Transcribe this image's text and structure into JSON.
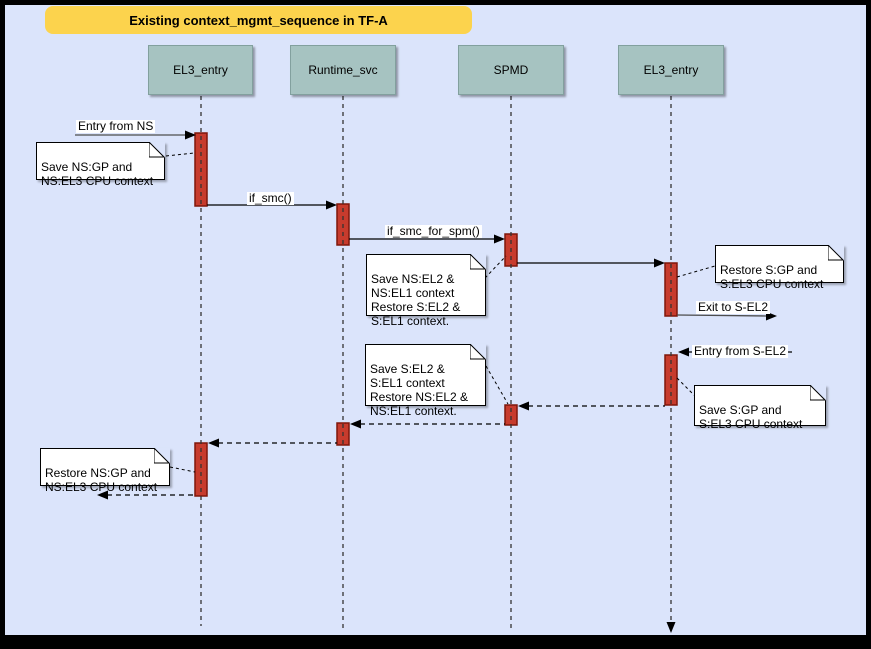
{
  "title": {
    "label": "Existing context_mgmt_sequence in TF-A"
  },
  "lifelines": [
    {
      "label": "EL3_entry"
    },
    {
      "label": "Runtime_svc"
    },
    {
      "label": "SPMD"
    },
    {
      "label": "EL3_entry"
    }
  ],
  "messages": {
    "entry_from_ns": "Entry from NS",
    "if_smc": "if_smc()",
    "if_smc_for_spm": "if_smc_for_spm()",
    "exit_to_s_el2": "Exit to S-EL2",
    "entry_from_s_el2": "Entry from S-EL2"
  },
  "notes": {
    "save_ns_gp": "Save NS:GP and\nNS:EL3 CPU context",
    "save_ns_el2": "Save NS:EL2 &\nNS:EL1 context\nRestore S:EL2 &\nS:EL1 context.",
    "save_s_el2": "Save S:EL2 &\nS:EL1 context\nRestore NS:EL2 &\nNS:EL1 context.",
    "save_s_gp": "Save S:GP and\nS:EL3 CPU context",
    "restore_s_gp": "Restore S:GP and\nS:EL3 CPU context",
    "restore_ns_gp": "Restore NS:GP and\nNS:EL3 CPU context"
  },
  "colors": {
    "canvas_background": "#dbe4fb",
    "frame": "#000000",
    "title_background": "#fcd34d",
    "lifeline_header_fill": "#a6c3c1",
    "activation_fill": "#c73b2d",
    "activation_border": "#7f160b",
    "note_background": "#ffffff"
  }
}
